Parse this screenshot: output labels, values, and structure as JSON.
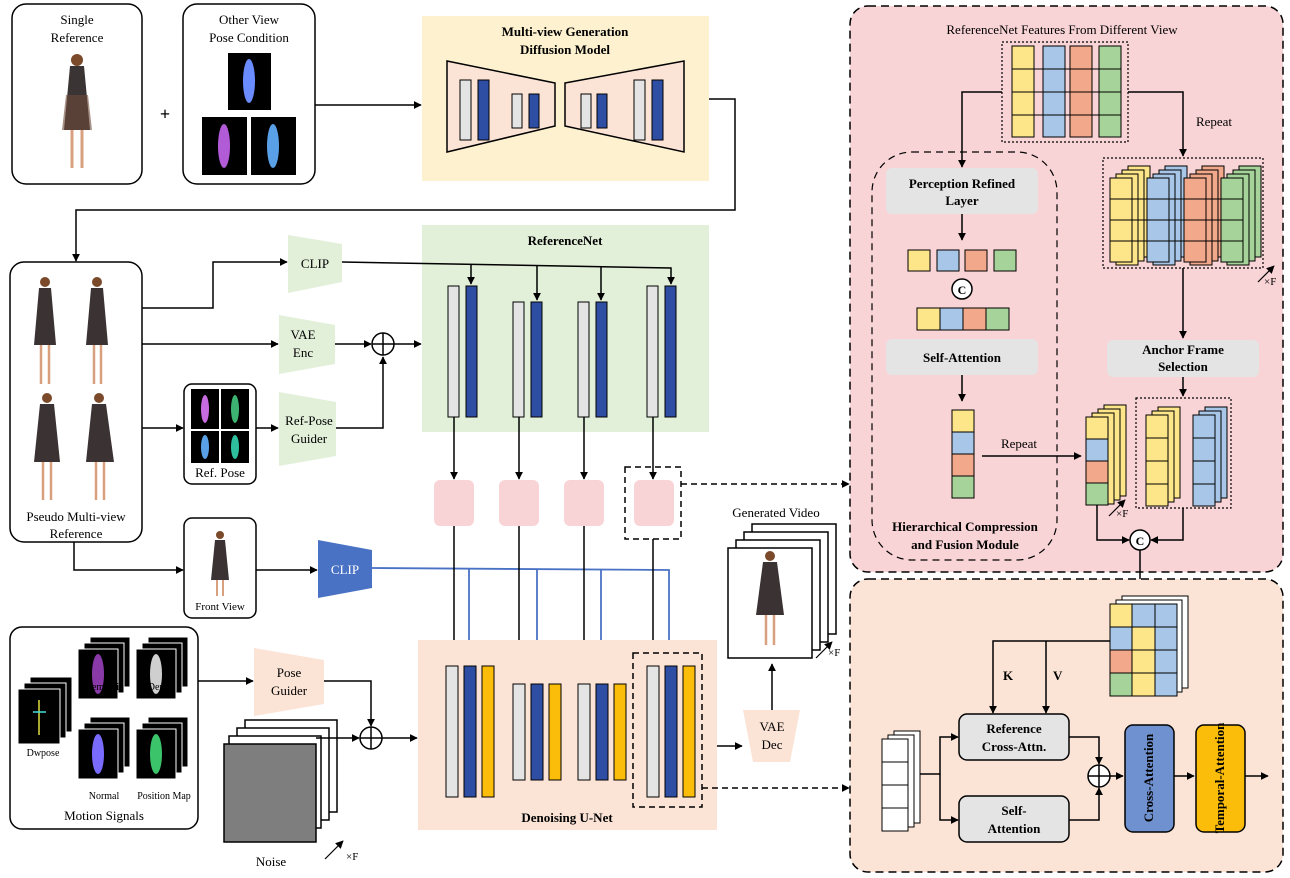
{
  "inputs": {
    "single_reference": [
      "Single",
      "Reference"
    ],
    "plus_sign": "+",
    "other_view": [
      "Other View",
      "Pose Condition"
    ]
  },
  "multiview_model": {
    "title": [
      "Multi-view Generation",
      "Diffusion Model"
    ]
  },
  "pseudo_reference": {
    "label": [
      "Pseudo Multi-view",
      "Reference"
    ]
  },
  "encoders": {
    "clip_top": "CLIP",
    "vae_enc": [
      "VAE",
      "Enc"
    ],
    "ref_pose_guider": [
      "Ref-Pose",
      "Guider"
    ],
    "ref_pose_label": "Ref. Pose",
    "front_view": "Front View",
    "clip_bottom": "CLIP",
    "pose_guider": [
      "Pose",
      "Guider"
    ],
    "vae_dec": [
      "VAE",
      "Dec"
    ]
  },
  "referencenet": {
    "title": "ReferenceNet"
  },
  "unet": {
    "title": "Denoising U-Net"
  },
  "motion": {
    "title": "Motion Signals",
    "items": [
      "Dwpose",
      "Semantic",
      "Depth",
      "Normal",
      "Position Map"
    ]
  },
  "noise": {
    "label": "Noise",
    "frames": "×F"
  },
  "generated_video": {
    "label": "Generated Video",
    "frames": "×F"
  },
  "hcfm": {
    "features_title": "ReferenceNet Features From Different View",
    "perception": [
      "Perception Refined",
      "Layer"
    ],
    "concat": "C",
    "self_attention": "Self-Attention",
    "repeat_1": "Repeat",
    "repeat_2": "Repeat",
    "anchor": [
      "Anchor Frame",
      "Selection"
    ],
    "frames": "×F",
    "frames_2": "×F",
    "module_title": [
      "Hierarchical Compression",
      "and Fusion Module"
    ]
  },
  "attention": {
    "k": "K",
    "v": "V",
    "ref_cross": [
      "Reference",
      "Cross-Attn."
    ],
    "self": [
      "Self-",
      "Attention"
    ],
    "cross": "Cross-Attention",
    "temporal": "Temporal-Attention"
  },
  "colors": {
    "yellow_bg": "#fdf1cf",
    "green_bg": "#e2efd9",
    "peach_bg": "#fbe4d6",
    "pink_bg": "#f9d4d6",
    "navy": "#2e4ea3",
    "gold": "#fbbd0a",
    "gray": "#e4e4e4",
    "cross_blue": "#7091cf",
    "line_blue": "#4a72c4"
  }
}
